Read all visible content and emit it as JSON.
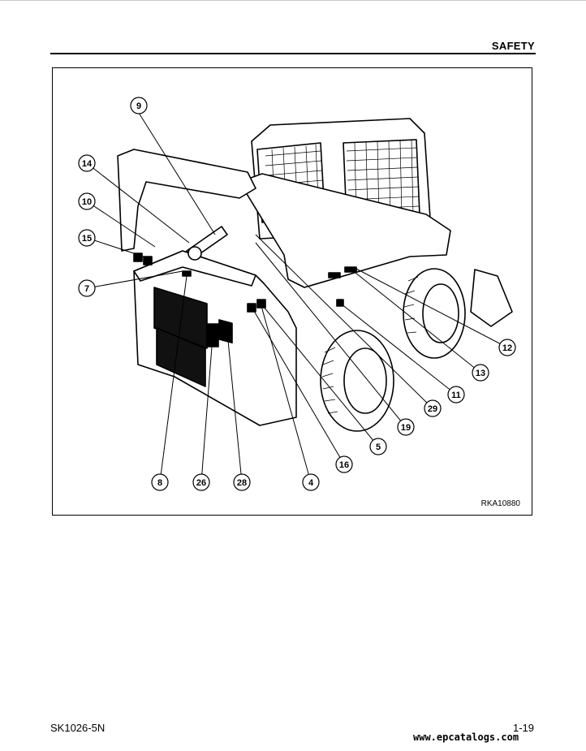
{
  "header": {
    "section": "SAFETY"
  },
  "figure": {
    "code": "RKA10880",
    "callouts": [
      "9",
      "14",
      "10",
      "15",
      "7",
      "12",
      "13",
      "11",
      "29",
      "19",
      "5",
      "16",
      "4",
      "28",
      "26",
      "8"
    ]
  },
  "footer": {
    "model": "SK1026-5N",
    "page": "1-19",
    "watermark": "www.epcatalogs.com"
  }
}
